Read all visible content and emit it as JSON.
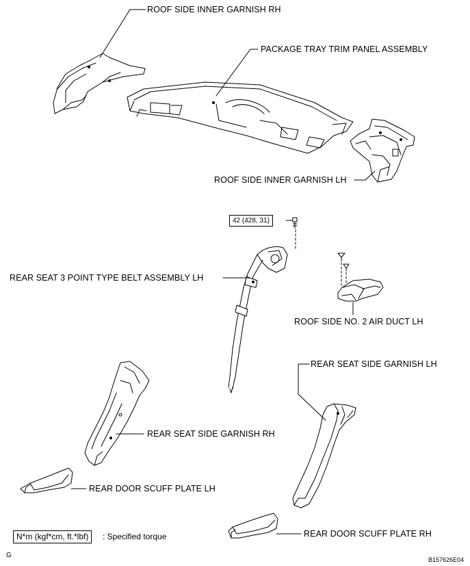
{
  "labels": {
    "roof_garnish_rh": "ROOF SIDE INNER GARNISH RH",
    "package_tray": "PACKAGE TRAY TRIM PANEL ASSEMBLY",
    "roof_garnish_lh": "ROOF SIDE INNER GARNISH LH",
    "seat_belt_lh": "REAR SEAT 3 POINT TYPE BELT ASSEMBLY LH",
    "air_duct_lh": "ROOF SIDE NO. 2 AIR DUCT LH",
    "seat_side_garnish_lh": "REAR SEAT SIDE GARNISH LH",
    "seat_side_garnish_rh": "REAR SEAT SIDE GARNISH RH",
    "scuff_plate_lh": "REAR DOOR SCUFF PLATE LH",
    "scuff_plate_rh": "REAR DOOR SCUFF PLATE RH"
  },
  "torque": "42 (428, 31)",
  "legend": {
    "unit": "N*m (kgf*cm, ft.*lbf)",
    "text": ": Specified torque"
  },
  "corner_mark": "G",
  "figure_id": "B157626E04"
}
